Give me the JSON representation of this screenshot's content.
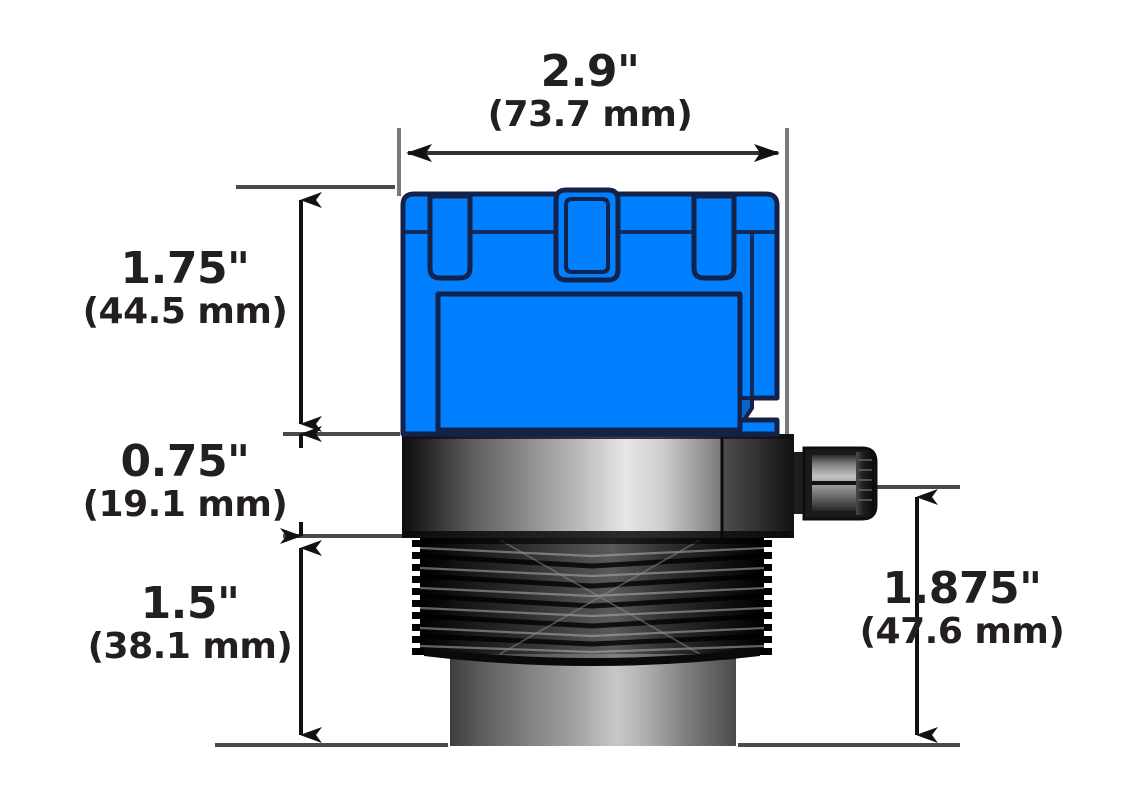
{
  "drawing": {
    "title": "Ultrasonic level sensor dimensional drawing",
    "background_color": "#ffffff",
    "line_color": "#3f3f3f",
    "outline_color": "#13224a",
    "body_blue": "#0080ff",
    "metal_light": "#d9d9d9",
    "metal_dark": "#1a1a1a"
  },
  "dimensions": {
    "width": {
      "inches": "2.9\"",
      "millimeters": "(73.7 mm)",
      "orientation": "horizontal",
      "position": "top"
    },
    "upper_housing": {
      "inches": "1.75\"",
      "millimeters": "(44.5 mm)",
      "orientation": "vertical",
      "position": "left"
    },
    "middle_collar": {
      "inches": "0.75\"",
      "millimeters": "(19.1 mm)",
      "orientation": "vertical",
      "position": "left"
    },
    "lower_thread": {
      "inches": "1.5\"",
      "millimeters": "(38.1 mm)",
      "orientation": "vertical",
      "position": "left"
    },
    "right_overall": {
      "inches": "1.875\"",
      "millimeters": "(47.6 mm)",
      "orientation": "vertical",
      "position": "right"
    }
  },
  "parts": [
    {
      "name": "blue-housing-cap",
      "color": "#0080ff"
    },
    {
      "name": "blue-housing-body",
      "color": "#0080ff"
    },
    {
      "name": "metal-collar",
      "color": "#c9c9c9"
    },
    {
      "name": "threaded-barrel",
      "color": "#141414"
    },
    {
      "name": "bottom-sleeve",
      "color": "#b5b5b5"
    },
    {
      "name": "side-connector",
      "color": "#8a8a8a"
    }
  ]
}
